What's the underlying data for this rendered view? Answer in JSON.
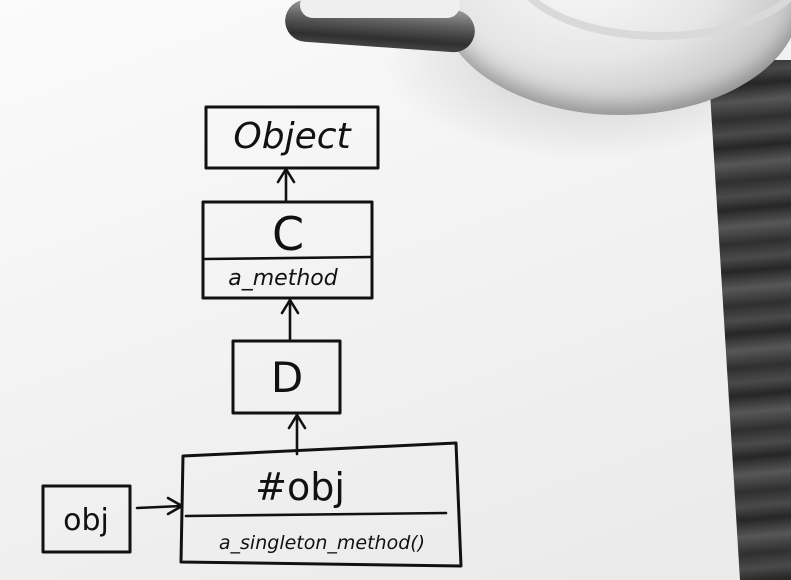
{
  "diagram": {
    "object_box": {
      "title": "Object"
    },
    "c_box": {
      "title": "C",
      "method": "a_method"
    },
    "d_box": {
      "title": "D"
    },
    "singleton_box": {
      "title": "#obj",
      "method": "a_singleton_method()"
    },
    "obj_box": {
      "title": "obj"
    }
  },
  "colors": {
    "ink": "#111111",
    "paper": "#f7f7f7"
  }
}
